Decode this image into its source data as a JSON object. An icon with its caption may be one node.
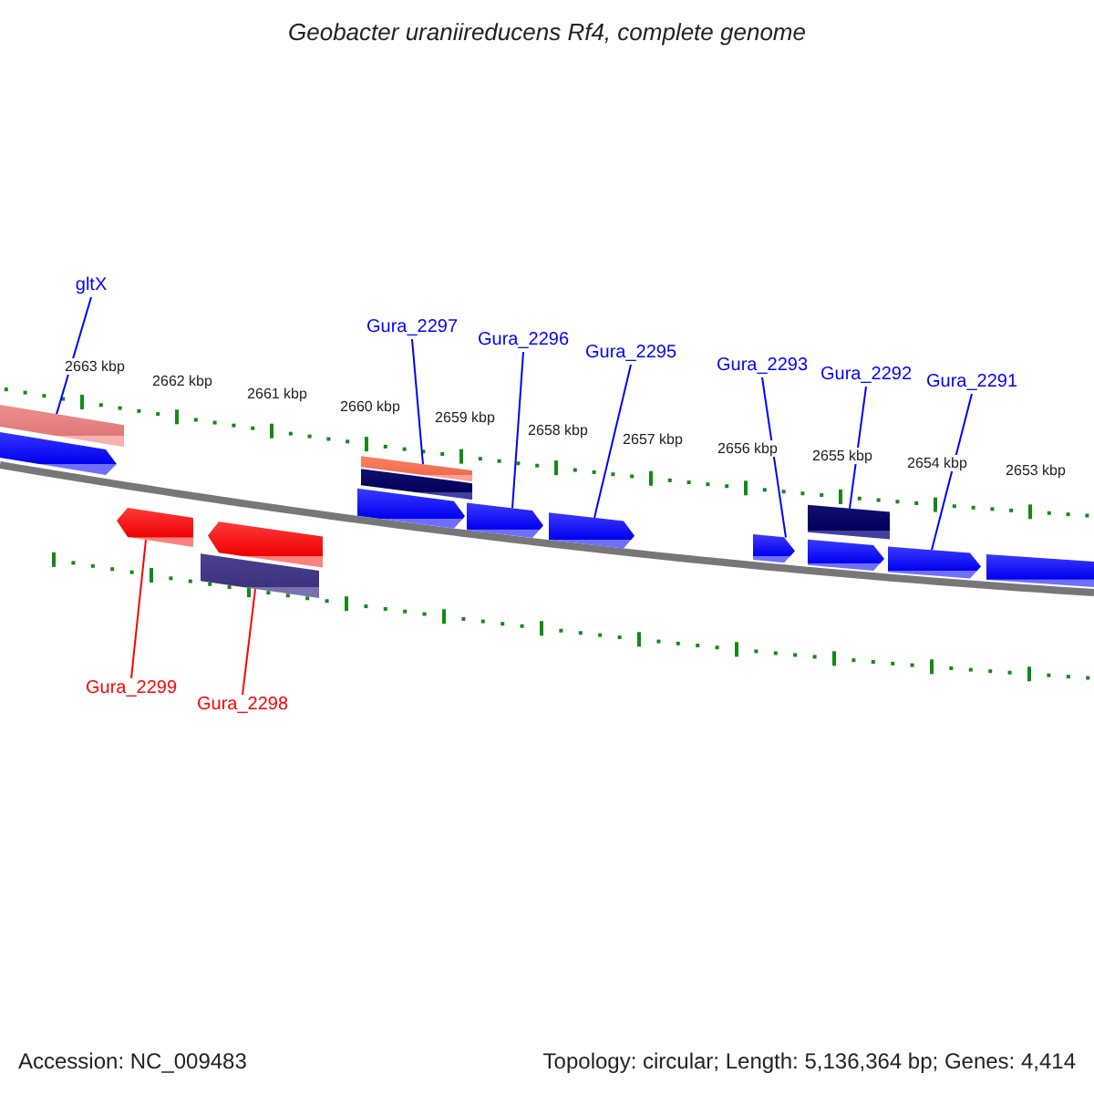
{
  "diagram": {
    "title": "Geobacter uraniireducens Rf4, complete genome",
    "nodes": [
      {
        "text": [
          "gltX"
        ]
      },
      {
        "text": [
          "Gura_2297"
        ]
      },
      {
        "text": [
          "Gura_2296"
        ]
      },
      {
        "text": [
          "Gura_2295"
        ]
      },
      {
        "text": [
          "Gura_2293"
        ]
      },
      {
        "text": [
          "Gura_2292"
        ]
      },
      {
        "text": [
          "Gura_2291"
        ]
      },
      {
        "text": [
          "Gura_2299"
        ]
      },
      {
        "text": [
          "Gura_2298"
        ]
      },
      {
        "text": [],
        "shape": "bar"
      },
      {
        "text": [],
        "shape": "arrow"
      },
      {
        "text": [],
        "shape": "arrow"
      },
      {
        "text": [],
        "shape": "bar"
      },
      {
        "text": [],
        "shape": "arrow"
      },
      {
        "text": [],
        "shape": "arrow"
      },
      {
        "text": [],
        "shape": "bar"
      },
      {
        "text": [],
        "shape": "bar"
      },
      {
        "text": [],
        "shape": "arrow"
      },
      {
        "text": [],
        "shape": "arrow"
      },
      {
        "text": [],
        "shape": "arrow"
      },
      {
        "text": [],
        "shape": "bar"
      },
      {
        "text": [],
        "shape": "arrow"
      },
      {
        "text": [],
        "shape": "arrow"
      },
      {
        "text": [],
        "shape": "arrow"
      }
    ],
    "edges": [
      {
        "from": 0,
        "to": 9,
        "arrow": "none"
      },
      {
        "from": 1,
        "to": 15,
        "arrow": "none"
      },
      {
        "from": 2,
        "to": 17,
        "arrow": "none"
      },
      {
        "from": 3,
        "to": 18,
        "arrow": "none"
      },
      {
        "from": 4,
        "to": 19,
        "arrow": "none"
      },
      {
        "from": 5,
        "to": 20,
        "arrow": "none"
      },
      {
        "from": 6,
        "to": 22,
        "arrow": "none"
      },
      {
        "from": 7,
        "to": 11,
        "arrow": "none",
        "color": "#ff0000"
      },
      {
        "from": 8,
        "to": 12,
        "arrow": "none",
        "color": "#ff0000"
      }
    ],
    "labels": [
      "2663 kbp",
      "2662 kbp",
      "2661 kbp",
      "2660 kbp",
      "2659 kbp",
      "2658 kbp",
      "2657 kbp",
      "2656 kbp",
      "2655 kbp",
      "2654 kbp",
      "2653 kbp",
      "Accession: NC_009483",
      "Topology: circular; Length: 5,136,364 bp; Genes: 4,414"
    ]
  }
}
